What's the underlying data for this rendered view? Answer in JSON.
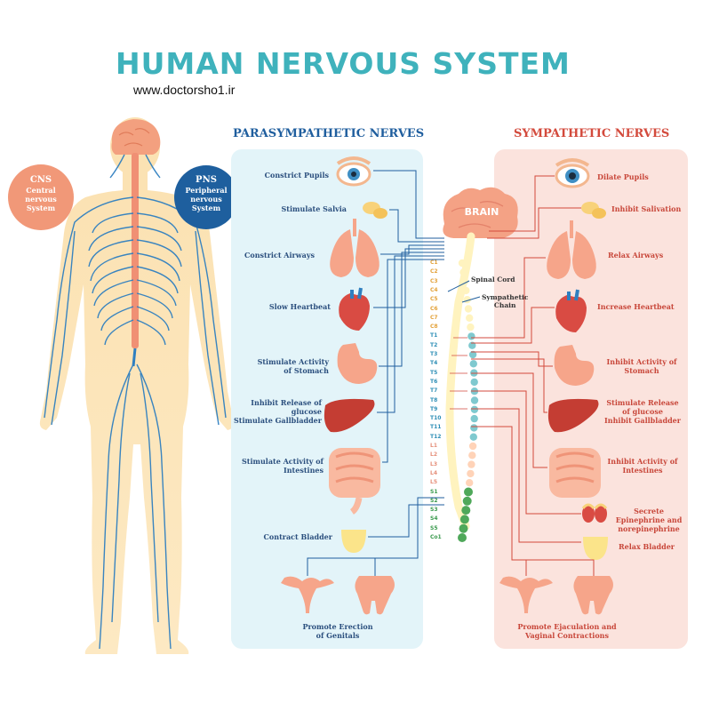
{
  "header": {
    "title": "HUMAN NERVOUS SYSTEM",
    "url": "www.doctorsho1.ir"
  },
  "body_panel": {
    "cns": {
      "abbr": "CNS",
      "line1": "Central",
      "line2": "nervous",
      "line3": "System"
    },
    "pns": {
      "abbr": "PNS",
      "line1": "Peripheral",
      "line2": "nervous",
      "line3": "System"
    }
  },
  "parasympathetic": {
    "heading": "PARASYMPATHETIC NERVES",
    "items": {
      "pupils": {
        "l1": "Constrict Pupils"
      },
      "salvia": {
        "l1": "Stimulate Salvia"
      },
      "airways": {
        "l1": "Constrict Airways"
      },
      "heart": {
        "l1": "Slow Heartbeat"
      },
      "stomach": {
        "l1": "Stimulate Activity",
        "l2": "of Stomach"
      },
      "liver": {
        "l1": "Inhibit Release of",
        "l2": "glucose",
        "l3": "Stimulate Gallbladder"
      },
      "intestines": {
        "l1": "Stimulate Activity of",
        "l2": "Intestines"
      },
      "bladder": {
        "l1": "Contract Bladder"
      },
      "genitals": {
        "l1": "Promote Erection",
        "l2": "of Genitals"
      }
    }
  },
  "sympathetic": {
    "heading": "SYMPATHETIC NERVES",
    "items": {
      "pupils": {
        "l1": "Dilate Pupils"
      },
      "salivation": {
        "l1": "Inhibit Salivation"
      },
      "airways": {
        "l1": "Relax Airways"
      },
      "heart": {
        "l1": "Increase Heartbeat"
      },
      "stomach": {
        "l1": "Inhibit Activity of",
        "l2": "Stomach"
      },
      "liver": {
        "l1": "Stimulate Release",
        "l2": "of glucose",
        "l3": "Inhibit Gallbladder"
      },
      "intestines": {
        "l1": "Inhibit Activity of",
        "l2": "Intestines"
      },
      "adrenal": {
        "l1": "Secrete",
        "l2": "Epinephrine and",
        "l3": "norepinephrine"
      },
      "bladder": {
        "l1": "Relax Bladder"
      },
      "genitals": {
        "l1": "Promote Ejaculation and",
        "l2": "Vaginal Contractions"
      }
    }
  },
  "center": {
    "brain": "BRAIN",
    "spinal_cord": "Spinal Cord",
    "chain_l1": "Sympathetic",
    "chain_l2": "Chain",
    "vertebrae": {
      "cervical": [
        "C1",
        "C2",
        "C3",
        "C4",
        "C5",
        "C6",
        "C7",
        "C8"
      ],
      "thoracic": [
        "T1",
        "T2",
        "T3",
        "T4",
        "T5",
        "T6",
        "T7",
        "T8",
        "T9",
        "T10",
        "T11",
        "T12"
      ],
      "lumbar": [
        "L1",
        "L2",
        "L3",
        "L4",
        "L5"
      ],
      "sacral": [
        "S1",
        "S2",
        "S3",
        "S4",
        "S5",
        "Co1"
      ]
    }
  },
  "colors": {
    "title": "#3fb2bc",
    "parasympathetic": "#1f5e9e",
    "sympathetic": "#d34a3c",
    "para_panel": "#e3f4f9",
    "sym_panel": "#fbe3dd",
    "nerve_blue": "#2f7fc0",
    "cns_circle": "#f19878",
    "pns_circle": "#1e5f9e"
  }
}
